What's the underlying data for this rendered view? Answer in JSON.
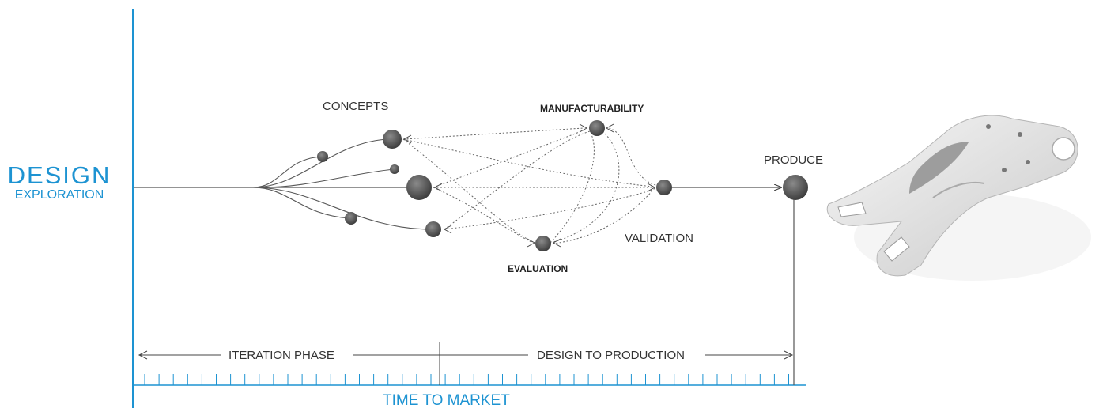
{
  "colors": {
    "accent": "#1d93d2",
    "node": "#555555",
    "line": "#555555"
  },
  "axis": {
    "y_title": "DESIGN",
    "y_subtitle": "EXPLORATION",
    "x_title": "TIME TO MARKET"
  },
  "phases": {
    "iteration": "ITERATION PHASE",
    "design_to_production": "DESIGN TO PRODUCTION"
  },
  "stages": {
    "concepts": "CONCEPTS",
    "manufacturability": "MANUFACTURABILITY",
    "evaluation": "EVALUATION",
    "validation": "VALIDATION",
    "produce": "PRODUCE"
  },
  "image": {
    "icon": "engineered-bracket-part-render"
  }
}
